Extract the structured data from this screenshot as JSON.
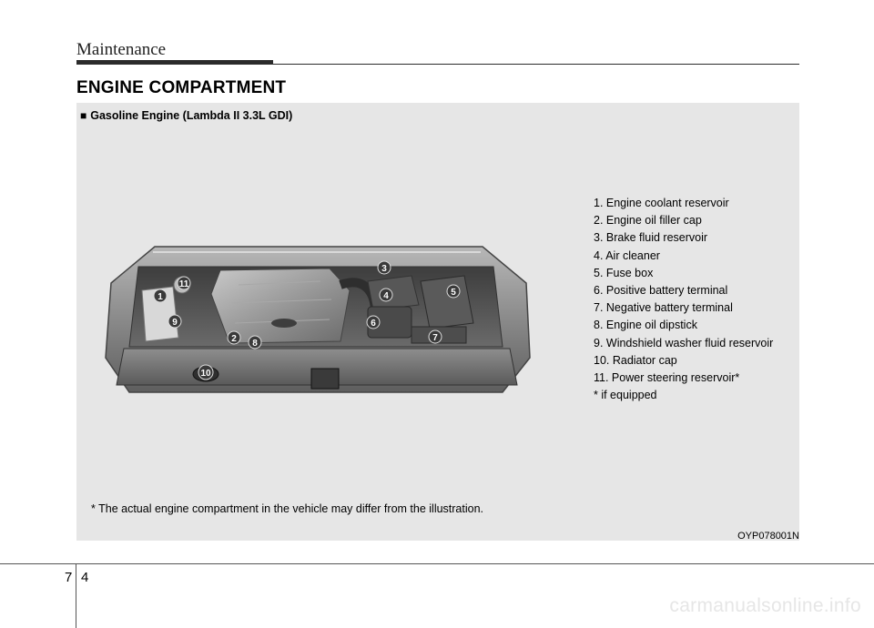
{
  "header": {
    "section": "Maintenance"
  },
  "title": "ENGINE COMPARTMENT",
  "figure": {
    "subtitle": "Gasoline Engine (Lambda II 3.3L GDI)",
    "callouts": [
      "1",
      "2",
      "3",
      "4",
      "5",
      "6",
      "7",
      "8",
      "9",
      "10",
      "11"
    ],
    "image_code": "OYP078001N",
    "footnote": "* The actual engine compartment in the vehicle may differ from the illustration."
  },
  "legend": {
    "items": [
      "1. Engine coolant reservoir",
      "2. Engine oil filler cap",
      "3. Brake fluid reservoir",
      "4. Air cleaner",
      "5. Fuse box",
      "6. Positive battery terminal",
      "7. Negative battery terminal",
      "8. Engine oil dipstick",
      "9. Windshield washer fluid reservoir",
      "10. Radiator cap",
      "11. Power steering reservoir*",
      "* if equipped"
    ]
  },
  "footer": {
    "chapter": "7",
    "page": "4"
  },
  "watermark": "carmanualsonline.info"
}
